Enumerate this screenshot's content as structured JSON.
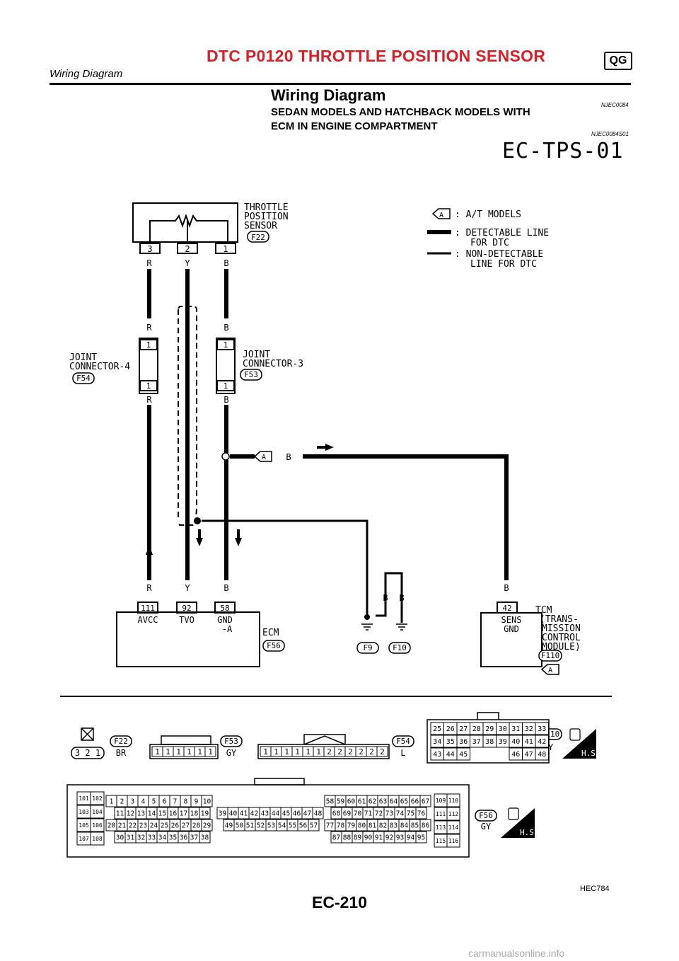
{
  "header": {
    "title": "DTC P0120 THROTTLE POSITION SENSOR",
    "badge": "QG",
    "subtitle": "Wiring Diagram"
  },
  "section": {
    "title": "Wiring Diagram",
    "ref": "NJEC0084",
    "subtitle_line1": "SEDAN MODELS AND HATCHBACK MODELS WITH",
    "subtitle_line2": "ECM IN ENGINE COMPARTMENT",
    "subtitle_ref": "NJEC0084S01",
    "diagram_code": "EC-TPS-01"
  },
  "legend": {
    "at_symbol": "A",
    "at_text": ": A/T MODELS",
    "detectable_1": ": DETECTABLE LINE",
    "detectable_2": "FOR DTC",
    "nondetectable_1": ": NON-DETECTABLE",
    "nondetectable_2": "LINE FOR DTC"
  },
  "sensor": {
    "label_1": "THROTTLE",
    "label_2": "POSITION",
    "label_3": "SENSOR",
    "connector": "F22",
    "pin_1": "3",
    "pin_2": "2",
    "pin_3": "1"
  },
  "wires": {
    "r": "R",
    "y": "Y",
    "b": "B"
  },
  "joint4": {
    "label_1": "JOINT",
    "label_2": "CONNECTOR-4",
    "connector": "F54",
    "pin": "1"
  },
  "joint3": {
    "label_1": "JOINT",
    "label_2": "CONNECTOR-3",
    "connector": "F53",
    "pin": "1"
  },
  "at_branch_symbol": "A",
  "ecm": {
    "pin_1": "111",
    "pin_2": "92",
    "pin_3": "58",
    "term_1": "AVCC",
    "term_2": "TVO",
    "term_3a": "GND",
    "term_3b": "-A",
    "label": "ECM",
    "connector": "F56"
  },
  "grounds": {
    "g1": "F9",
    "g2": "F10"
  },
  "tcm": {
    "pin": "42",
    "term_1": "SENS",
    "term_2": "GND",
    "label_1": "TCM",
    "label_2": "(TRANS-",
    "label_3": "MISSION",
    "label_4": "CONTROL",
    "label_5": "MODULE)",
    "connector": "F110",
    "at_symbol": "A"
  },
  "connector_views": {
    "f22_pins": "3 2 1",
    "f22_code": "F22",
    "f22_color": "BR",
    "f53_pins": [
      "1",
      "1",
      "1",
      "1",
      "1",
      "1"
    ],
    "f53_code": "F53",
    "f53_color": "GY",
    "f54_pins": [
      "1",
      "1",
      "1",
      "1",
      "1",
      "1",
      "2",
      "2",
      "2",
      "2",
      "2",
      "2"
    ],
    "f54_code": "F54",
    "f54_color": "L",
    "f110_rows": [
      [
        "25",
        "26",
        "27",
        "28",
        "29",
        "30",
        "31",
        "32",
        "33"
      ],
      [
        "34",
        "35",
        "36",
        "37",
        "38",
        "39",
        "40",
        "41",
        "42"
      ],
      [
        "43",
        "44",
        "45",
        "",
        "",
        "",
        "46",
        "47",
        "48"
      ]
    ],
    "f110_code": "F110",
    "f110_color": "GY",
    "hs": "H.S.",
    "f56_left": [
      [
        "101",
        "102"
      ],
      [
        "103",
        "104"
      ],
      [
        "105",
        "106"
      ],
      [
        "107",
        "108"
      ]
    ],
    "f56_rows_a": [
      [
        "1",
        "2",
        "3",
        "4",
        "5",
        "6",
        "7",
        "8",
        "9",
        "10"
      ],
      [
        "11",
        "12",
        "13",
        "14",
        "15",
        "16",
        "17",
        "18",
        "19"
      ],
      [
        "20",
        "21",
        "22",
        "23",
        "24",
        "25",
        "26",
        "27",
        "28",
        "29"
      ],
      [
        "30",
        "31",
        "32",
        "33",
        "34",
        "35",
        "36",
        "37",
        "38"
      ]
    ],
    "f56_rows_b": [
      [
        "39",
        "40",
        "41",
        "42",
        "43",
        "44",
        "45",
        "46",
        "47",
        "48"
      ],
      [
        "49",
        "50",
        "51",
        "52",
        "53",
        "54",
        "55",
        "56",
        "57"
      ]
    ],
    "f56_rows_c": [
      [
        "58",
        "59",
        "60",
        "61",
        "62",
        "63",
        "64",
        "65",
        "66",
        "67"
      ],
      [
        "68",
        "69",
        "70",
        "71",
        "72",
        "73",
        "74",
        "75",
        "76"
      ],
      [
        "77",
        "78",
        "79",
        "80",
        "81",
        "82",
        "83",
        "84",
        "85",
        "86"
      ],
      [
        "87",
        "88",
        "89",
        "90",
        "91",
        "92",
        "93",
        "94",
        "95"
      ]
    ],
    "f56_right": [
      [
        "109",
        "110"
      ],
      [
        "111",
        "112"
      ],
      [
        "113",
        "114"
      ],
      [
        "115",
        "116"
      ]
    ],
    "f56_code": "F56",
    "f56_color": "GY"
  },
  "figure_code": "HEC784",
  "page_number": "EC-210",
  "watermark": "carmanualsonline.info"
}
